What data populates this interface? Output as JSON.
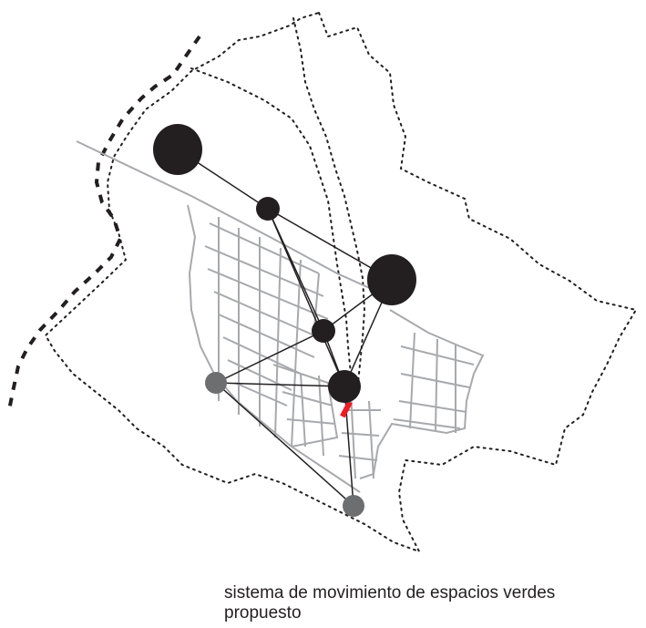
{
  "caption": {
    "line1": "sistema de movimiento de espacios verdes",
    "line2": "propuesto"
  },
  "colors": {
    "background": "#ffffff",
    "node_primary": "#231f20",
    "node_secondary": "#6d6e70",
    "street_grid": "#a7a9ac",
    "connection": "#231f20",
    "boundary_dotted": "#231f20",
    "boundary_dashed": "#231f20",
    "marker": "#ed1c24"
  },
  "legend": [],
  "network": {
    "nodes": [
      {
        "id": "n1",
        "kind": "primary",
        "size": "large"
      },
      {
        "id": "n2",
        "kind": "primary",
        "size": "small"
      },
      {
        "id": "n3",
        "kind": "primary",
        "size": "large"
      },
      {
        "id": "n4",
        "kind": "primary",
        "size": "small"
      },
      {
        "id": "n5",
        "kind": "primary",
        "size": "medium"
      },
      {
        "id": "n6",
        "kind": "secondary",
        "size": "small"
      },
      {
        "id": "n7",
        "kind": "secondary",
        "size": "small"
      }
    ],
    "links": [
      [
        "n1",
        "n2"
      ],
      [
        "n2",
        "n3"
      ],
      [
        "n2",
        "n4"
      ],
      [
        "n2",
        "n5"
      ],
      [
        "n3",
        "n4"
      ],
      [
        "n3",
        "n5"
      ],
      [
        "n4",
        "n6"
      ],
      [
        "n4",
        "n5"
      ],
      [
        "n6",
        "n5"
      ],
      [
        "n6",
        "n7"
      ],
      [
        "n5",
        "n7"
      ]
    ]
  }
}
